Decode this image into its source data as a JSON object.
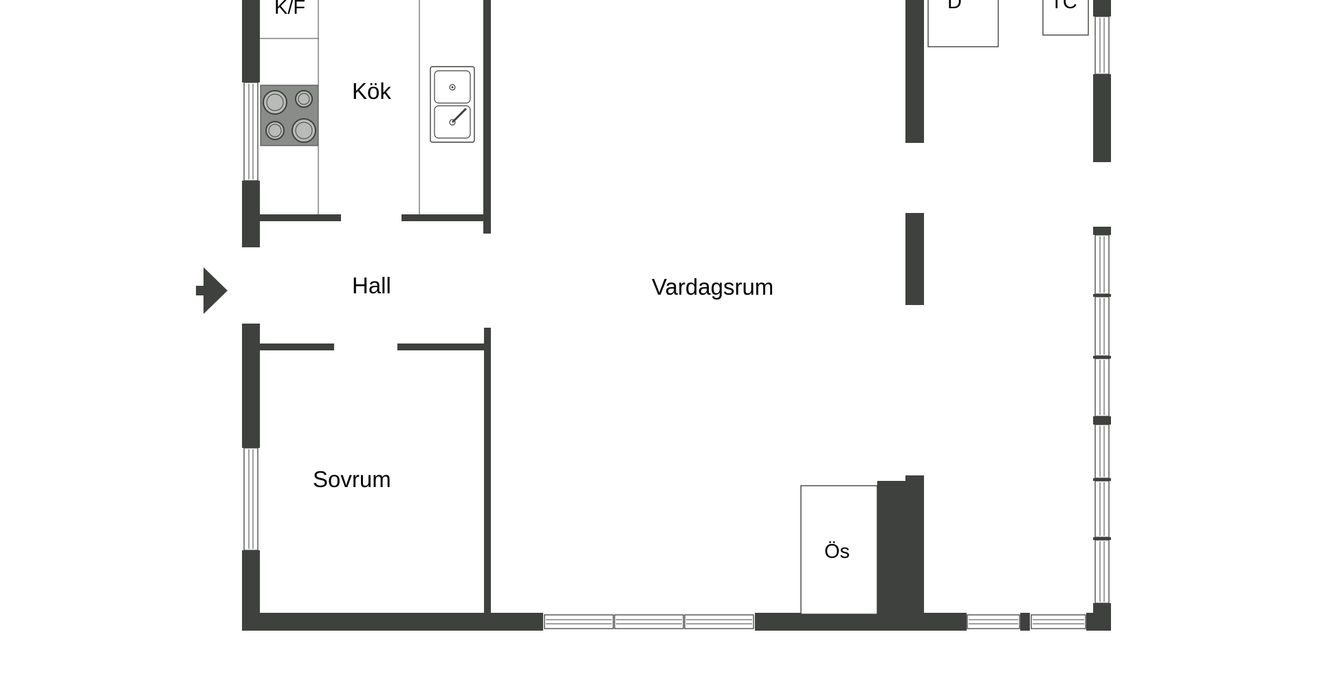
{
  "rooms": {
    "kok": "Kök",
    "hall": "Hall",
    "vardagsrum": "Vardagsrum",
    "sovrum": "Sovrum"
  },
  "fixtures": {
    "kf": "K/F",
    "d": "D",
    "tc": "TC",
    "os": "Ös"
  },
  "colors": {
    "wall": "#3e413d",
    "stove": "#8a8c8a",
    "background": "#ffffff"
  },
  "icons": {
    "entrance": "entrance-arrow-icon",
    "stove": "stove-icon",
    "sink": "sink-icon"
  }
}
